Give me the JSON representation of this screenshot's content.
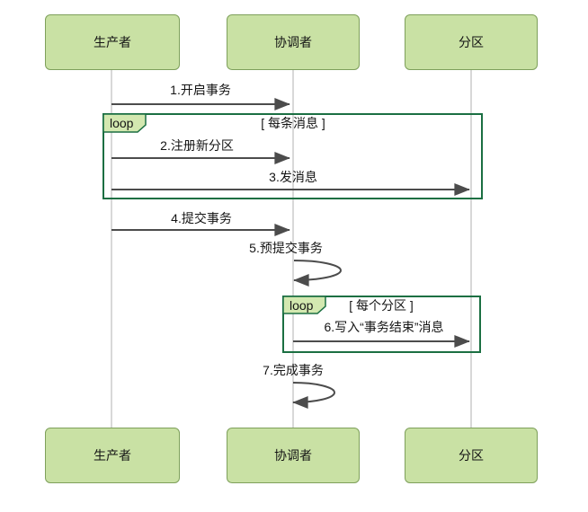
{
  "diagram": {
    "type": "sequence-diagram",
    "actors": [
      {
        "id": "producer",
        "label": "生产者"
      },
      {
        "id": "coordinator",
        "label": "协调者"
      },
      {
        "id": "partition",
        "label": "分区"
      }
    ],
    "messages": [
      {
        "seq": 1,
        "label": "1.开启事务",
        "from": "producer",
        "to": "coordinator",
        "self": false
      },
      {
        "seq": 2,
        "label": "2.注册新分区",
        "from": "producer",
        "to": "coordinator",
        "self": false
      },
      {
        "seq": 3,
        "label": "3.发消息",
        "from": "producer",
        "to": "partition",
        "self": false
      },
      {
        "seq": 4,
        "label": "4.提交事务",
        "from": "producer",
        "to": "coordinator",
        "self": false
      },
      {
        "seq": 5,
        "label": "5.预提交事务",
        "from": "coordinator",
        "to": "coordinator",
        "self": true
      },
      {
        "seq": 6,
        "label": "6.写入“事务结束”消息",
        "from": "coordinator",
        "to": "partition",
        "self": false
      },
      {
        "seq": 7,
        "label": "7.完成事务",
        "from": "coordinator",
        "to": "coordinator",
        "self": true
      }
    ],
    "fragments": [
      {
        "operator": "loop",
        "condition": "[ 每条消息 ]",
        "contains": [
          2,
          3
        ]
      },
      {
        "operator": "loop",
        "condition": "[ 每个分区 ]",
        "contains": [
          6
        ]
      }
    ]
  },
  "colors": {
    "actor_fill": "#c9e1a4",
    "actor_border": "#7ea05b",
    "tab_fill": "#d3e8b0",
    "fragment_border": "#1b6f42",
    "arrow_color": "#4c4c4c",
    "lifeline_color": "#d8d8d8",
    "text_color": "#141414"
  }
}
